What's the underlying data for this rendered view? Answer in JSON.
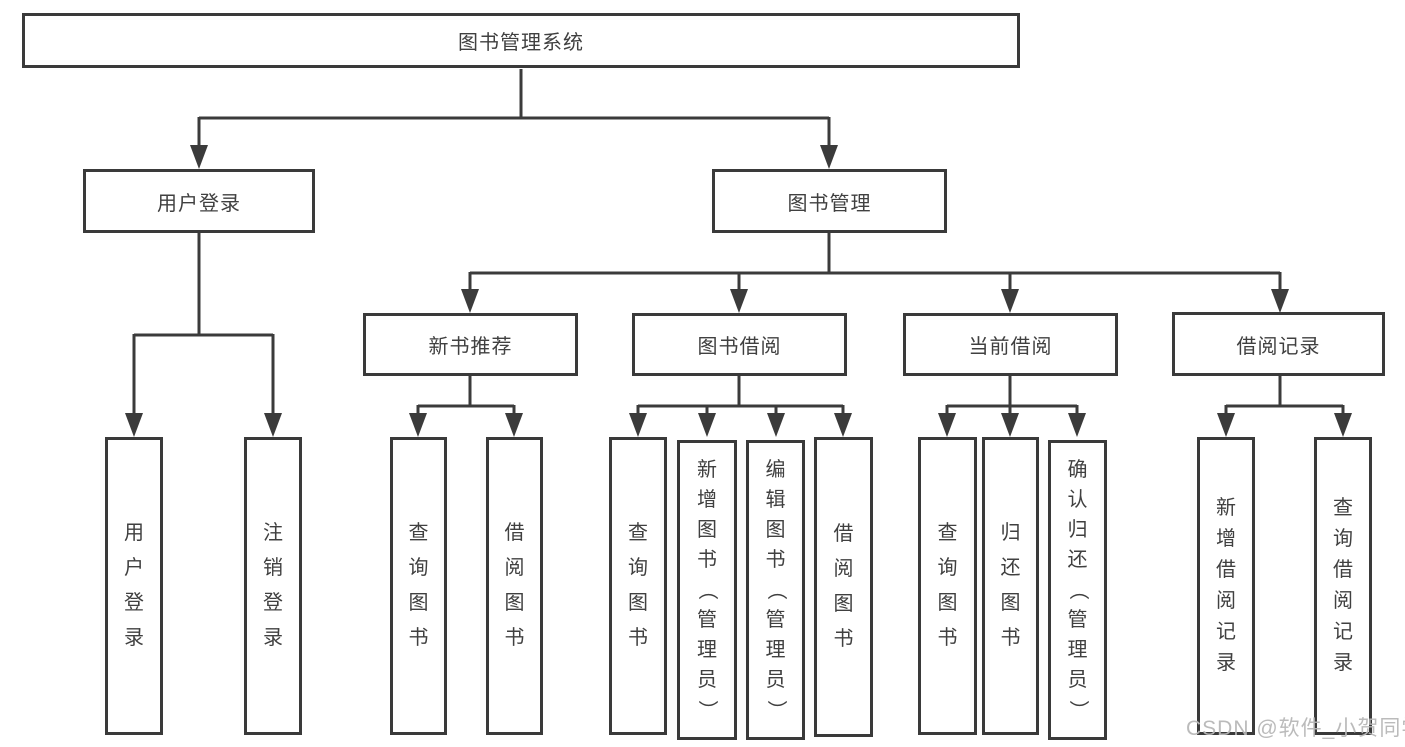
{
  "diagram_title": "图书管理系统",
  "tree": {
    "root": "图书管理系统",
    "branches": [
      {
        "label": "用户登录",
        "children": [
          "用户登录",
          "注销登录"
        ]
      },
      {
        "label": "图书管理",
        "sections": [
          {
            "label": "新书推荐",
            "children": [
              "查询图书",
              "借阅图书"
            ]
          },
          {
            "label": "图书借阅",
            "children": [
              "查询图书",
              "新增图书（管理员）",
              "编辑图书（管理员）",
              "借阅图书"
            ]
          },
          {
            "label": "当前借阅",
            "children": [
              "查询图书",
              "归还图书",
              "确认归还（管理员）"
            ]
          },
          {
            "label": "借阅记录",
            "children": [
              "新增借阅记录",
              "查询借阅记录"
            ]
          }
        ]
      }
    ]
  },
  "watermark": {
    "text": "CSDN @软件_小贺同学",
    "color": "#b7b7b7"
  },
  "colors": {
    "line": "#3b3b3b",
    "box_border": "#3a3a3a",
    "text": "#404040",
    "background": "#ffffff"
  }
}
